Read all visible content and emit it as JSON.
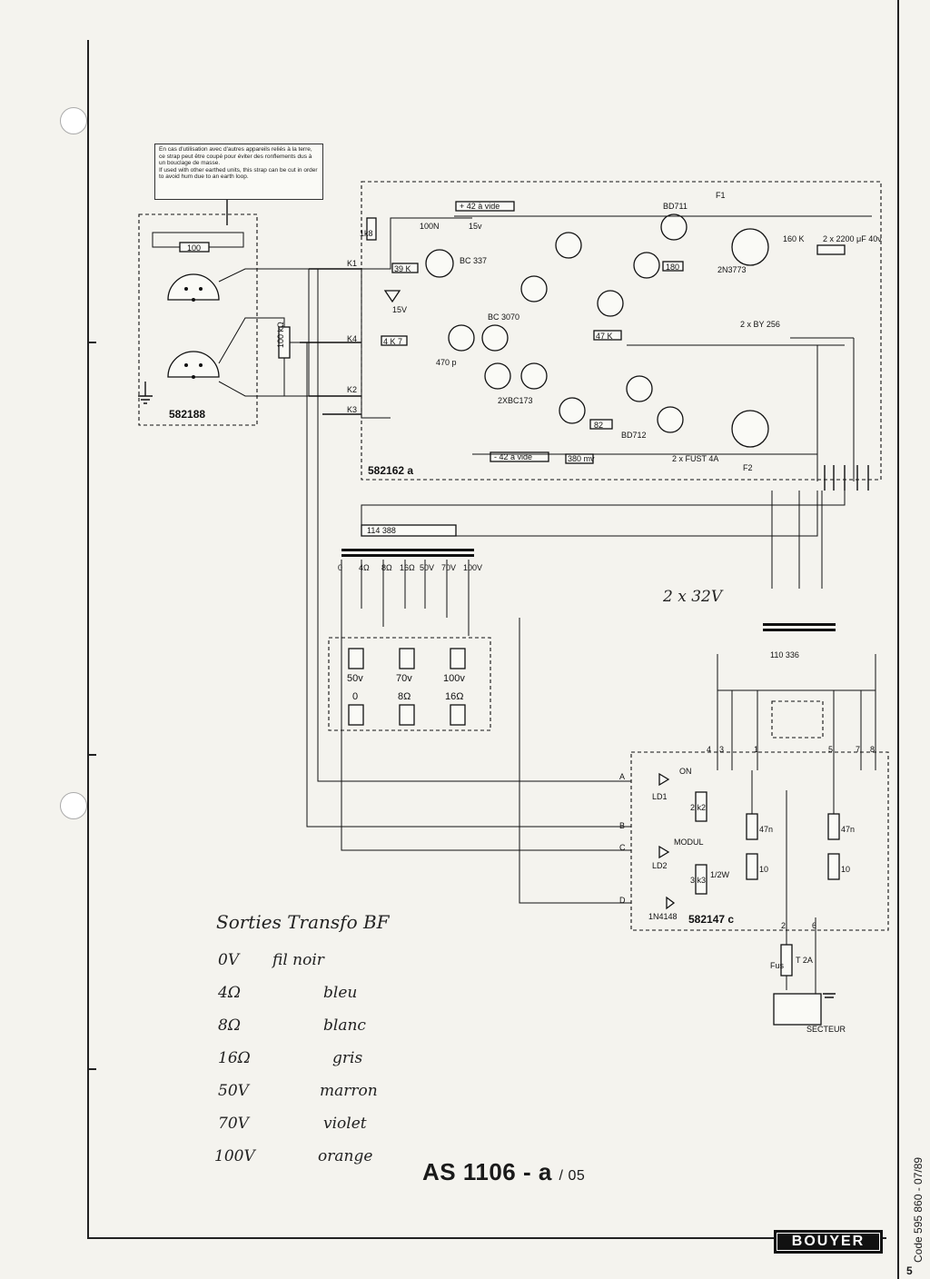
{
  "note": {
    "fr": "En cas d'utilisation avec d'autres appareils reliés à la terre, ce strap peut être coupé pour éviter des ronflements dus à un bouclage de masse.",
    "en": "If used with other earthed units, this strap can be cut in order to avoid hum due to an earth loop."
  },
  "boards": {
    "input": "582188",
    "amp": "582162 a",
    "power": "582147 c"
  },
  "transformers": {
    "output": "114 388",
    "mains": "110 336",
    "secondary_label": "2 x 32V"
  },
  "output_taps": [
    "0",
    "4Ω",
    "8Ω",
    "16Ω",
    "50V",
    "70V",
    "100V"
  ],
  "terminals": {
    "voltage": [
      "50v",
      "70v",
      "100v"
    ],
    "impedance": [
      "0",
      "8Ω",
      "16Ω"
    ]
  },
  "connectors": [
    "K1",
    "K2",
    "K3",
    "K4"
  ],
  "points": [
    "A",
    "B",
    "C",
    "D"
  ],
  "components": {
    "input_resistor": "100",
    "level_pot": "100 kΩ",
    "r9": "1k8",
    "c_100n": "100N",
    "rail_pos": "+ 42 à vide",
    "rail_neg": "- 42 à vide",
    "z5": "15v",
    "z6": "15V",
    "t_bc337": "BC 337",
    "r_39k": "39 K",
    "r6": "4 K 7",
    "bc307": "BC 3070",
    "c_470p": "470 p",
    "pair": "2XBC173",
    "bd711": "BD711",
    "bd712": "BD712",
    "q_2n3773": "2N3773",
    "f1": "F1",
    "f2": "F2",
    "fuses": "2 x FUST 4A",
    "r25": "180",
    "c_caps": "2 x 2200 μF 40v",
    "cap_160k": "160 K",
    "diodes": "2 x BY 256",
    "r20": "47 K",
    "r_82": "82",
    "v_380": "380 mv",
    "ld1": "LD1",
    "ld2": "LD2",
    "on": "ON",
    "modul": "MODUL",
    "r1": "2 k2",
    "r2": "3 k3",
    "r2w": "1/2W",
    "d1": "1N4148",
    "c1": "47n",
    "c2": "47n",
    "r3": "10",
    "r4": "10",
    "fuse_mains": "T 2A",
    "fus": "Fus",
    "mains": "SECTEUR",
    "bus_pins": [
      "4",
      "3",
      "1",
      "5",
      "7",
      "8"
    ],
    "mains_pins": [
      "2",
      "6"
    ]
  },
  "handwritten": {
    "title": "Sorties Transfo BF",
    "rows": [
      {
        "value": "0V",
        "color": "fil noir"
      },
      {
        "value": "4Ω",
        "color": "bleu"
      },
      {
        "value": "8Ω",
        "color": "blanc"
      },
      {
        "value": "16Ω",
        "color": "gris"
      },
      {
        "value": "50V",
        "color": "marron"
      },
      {
        "value": "70V",
        "color": "violet"
      },
      {
        "value": "100V",
        "color": "orange"
      }
    ]
  },
  "footer": {
    "model": "AS 1106 - a",
    "model_suffix": "/ 05",
    "brand": "BOUYER",
    "code": "Code 595 860 - 07/89",
    "page": "5"
  }
}
